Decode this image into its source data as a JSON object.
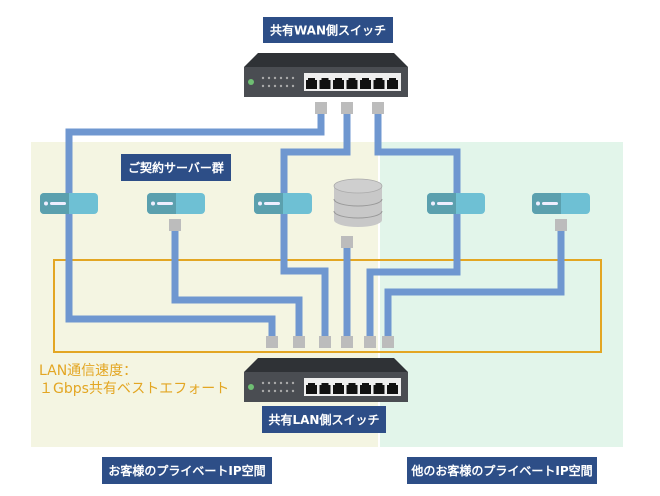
{
  "labels": {
    "wan_switch": "共有WAN側スイッチ",
    "lan_switch": "共有LAN側スイッチ",
    "server_group": "ご契約サーバー群",
    "own_space": "お客様のプライベートIP空間",
    "other_space": "他のお客様のプライベートIP空間",
    "speed_line1": "LAN通信速度：",
    "speed_line2": "１Gbps共有ベストエフォート"
  },
  "colors": {
    "label_bg": "#2d4e87",
    "cable": "#6f97d0",
    "own_space_bg": "#f4f5e2",
    "other_space_bg": "#e2f5ea",
    "highlight_frame": "#e3a623",
    "server_dark": "#5ba0ae",
    "server_light": "#6ec0d4",
    "connector": "#bcbcbc",
    "switch_body": "#4a4d52"
  }
}
